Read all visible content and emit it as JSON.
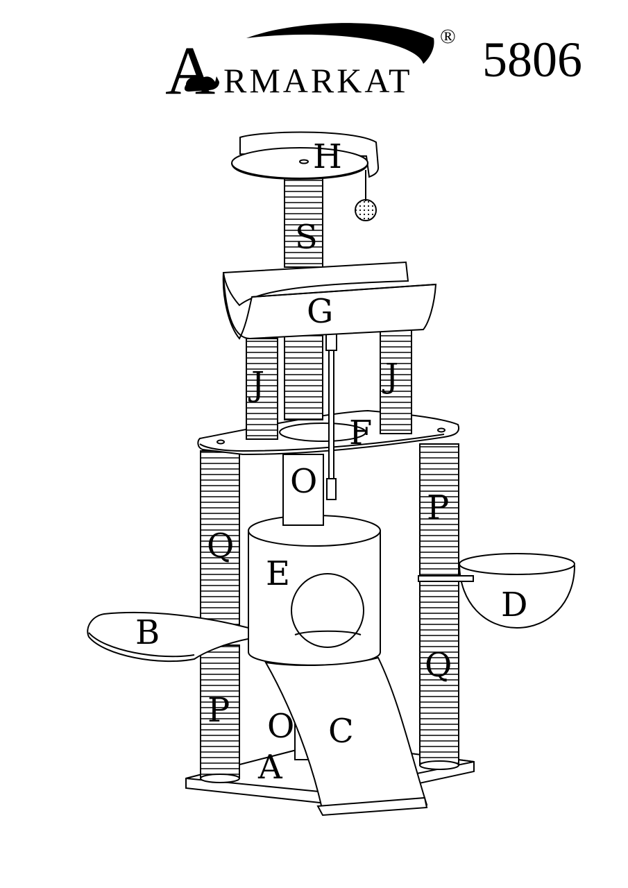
{
  "brand": {
    "big_letter": "A",
    "rest": "RMARKAT",
    "registered": "®",
    "model": "5806"
  },
  "labels": {
    "A": "A",
    "B": "B",
    "C": "C",
    "D": "D",
    "E": "E",
    "F": "F",
    "G": "G",
    "H": "H",
    "J": "J",
    "O": "O",
    "P": "P",
    "Q": "Q",
    "S": "S"
  }
}
